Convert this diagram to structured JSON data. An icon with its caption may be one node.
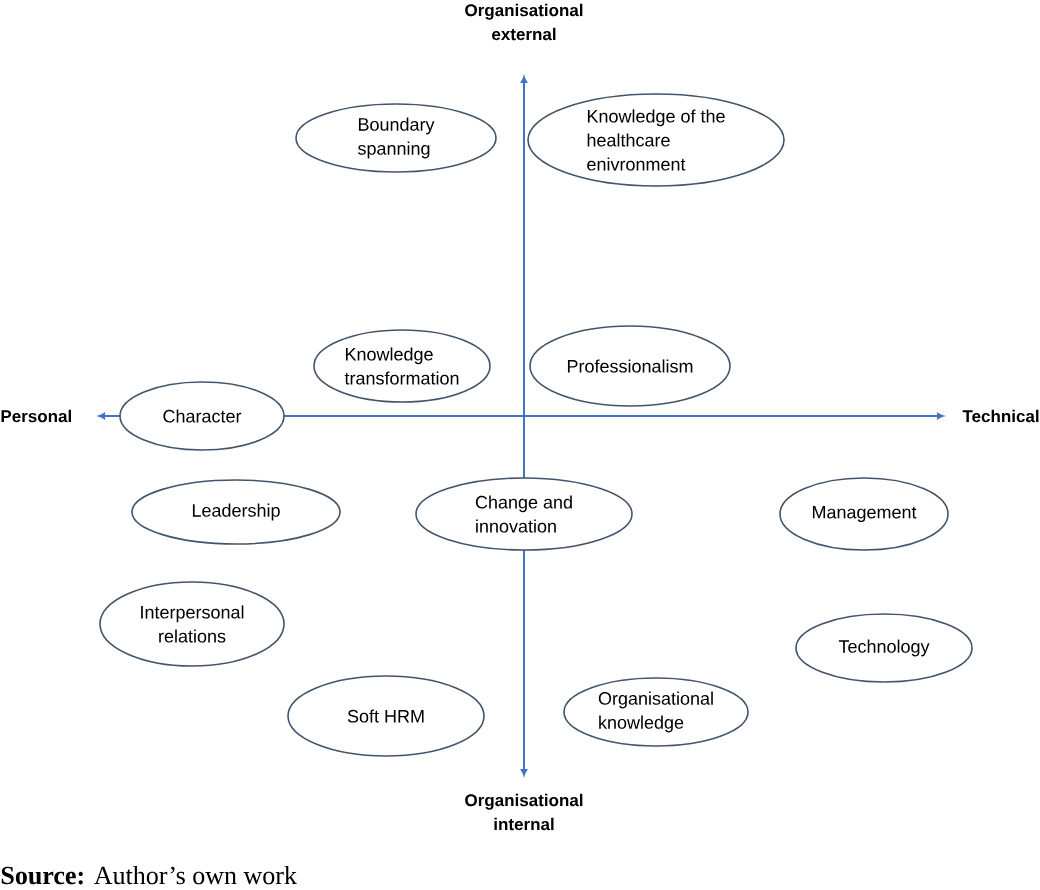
{
  "diagram": {
    "caption": "**Source:** Author’s own work",
    "nodes": [
      {
        "text": [
          "Boundary spanning"
        ]
      },
      {
        "text": [
          "Knowledge of the healthcare enivronment"
        ]
      },
      {
        "text": [
          "Knowledge transformation"
        ]
      },
      {
        "text": [
          "Professionalism"
        ]
      },
      {
        "text": [
          "Character"
        ]
      },
      {
        "text": [
          "Leadership"
        ]
      },
      {
        "text": [
          "Change and innovation"
        ]
      },
      {
        "text": [
          "Management"
        ]
      },
      {
        "text": [
          "Interpersonal relations"
        ]
      },
      {
        "text": [
          "Technology"
        ]
      },
      {
        "text": [
          "Soft HRM"
        ]
      },
      {
        "text": [
          "Organisational knowledge"
        ]
      }
    ],
    "labels": [
      "Organisational external",
      "Personal",
      "Technical",
      "Organisational internal"
    ]
  }
}
